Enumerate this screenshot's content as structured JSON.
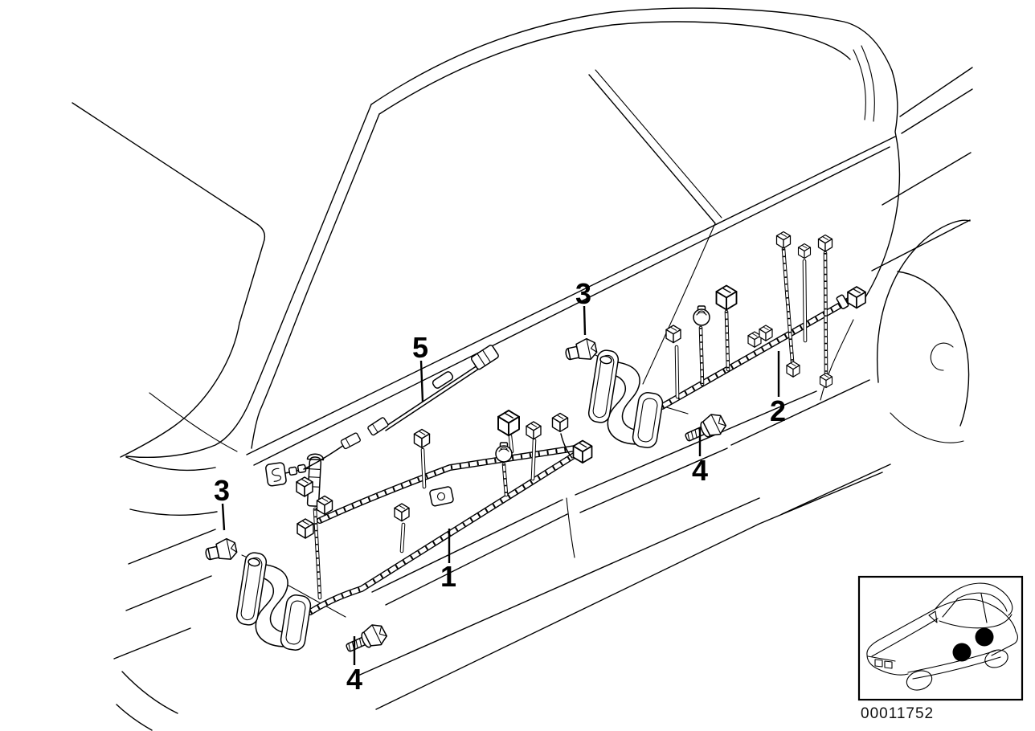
{
  "diagram": {
    "background_color": "#ffffff",
    "line_color": "#000000",
    "callouts": {
      "c1": {
        "label": "1"
      },
      "c2": {
        "label": "2"
      },
      "c3_front": {
        "label": "3"
      },
      "c3_rear": {
        "label": "3"
      },
      "c4_front": {
        "label": "4"
      },
      "c4_rear": {
        "label": "4"
      },
      "c5": {
        "label": "5"
      }
    },
    "thumbnail": {
      "image_id": "00011752",
      "location_dots": 2,
      "dot_color": "#000000"
    }
  }
}
